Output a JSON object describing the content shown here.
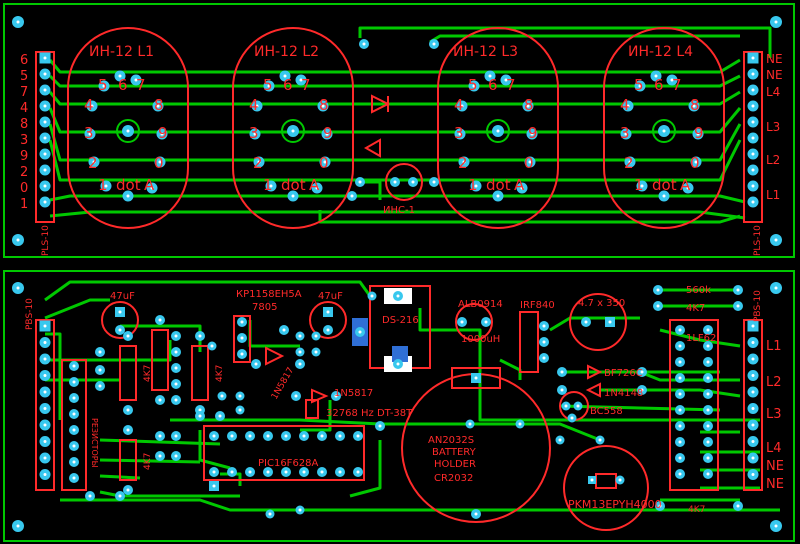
{
  "colors": {
    "board": "#000000",
    "trace": "#00c800",
    "pad": "#38c8ee",
    "silk": "#ff2a2a",
    "blue_part": "#2f6fd6",
    "white": "#ffffff"
  },
  "top_board": {
    "tubes": [
      {
        "label": "ИН-12  L1"
      },
      {
        "label": "ИН-12  L2"
      },
      {
        "label": "ИН-12  L3"
      },
      {
        "label": "ИН-12  L4"
      }
    ],
    "digits_row1": [
      "5",
      "6",
      "7"
    ],
    "digits_row2": [
      "4",
      "8"
    ],
    "digits_row3": [
      "3",
      "9"
    ],
    "digits_row4": [
      "2",
      "0"
    ],
    "digits_row5": [
      "1",
      "dot",
      "A"
    ],
    "left_connector_label": "PLS-10",
    "left_pins": [
      "6",
      "5",
      "7",
      "4",
      "8",
      "3",
      "9",
      "2",
      "0",
      "1"
    ],
    "right_connector_label": "PLS-10",
    "right_pins": [
      "NE",
      "NE",
      "L4",
      "L3",
      "L2",
      "L1"
    ],
    "neon_label": "ИНС-1"
  },
  "bottom_board": {
    "left_connector_label": "PBS-10",
    "right_connector_label": "PBS-10",
    "right_pins": [
      "L1",
      "L2",
      "L3",
      "L4",
      "NE",
      "NE"
    ],
    "labels": {
      "cap1": "47uF",
      "reg": "КР1158ЕН5А",
      "reg2": "7805",
      "cap2": "47uF",
      "ds": "DS-216",
      "inductor": "ALB0914",
      "inductor2": "1000uH",
      "mosfet": "IRF840",
      "hv_cap": "4.7 x 350",
      "r560": "560k",
      "r4k7": "4K7",
      "diode_hv": "1LF62",
      "trans1": "BF726C",
      "diode2": "1N4148",
      "trans2": "BC558",
      "diode3": "1N5817",
      "crystal": "32768 Hz  DT-38T",
      "mcu": "PIC16F628A",
      "diode4": "1N5817",
      "battery1": "AN2032S",
      "battery2": "BATTERY",
      "battery3": "HOLDER",
      "battery4": "CR2032",
      "buzzer": "PKM13EPYH4000",
      "res_bottom": "4K7",
      "res_a": "4K7",
      "res_b": "4K7",
      "res_c": "4K7",
      "left_array": "РЕЗИСТОРЫ"
    }
  }
}
